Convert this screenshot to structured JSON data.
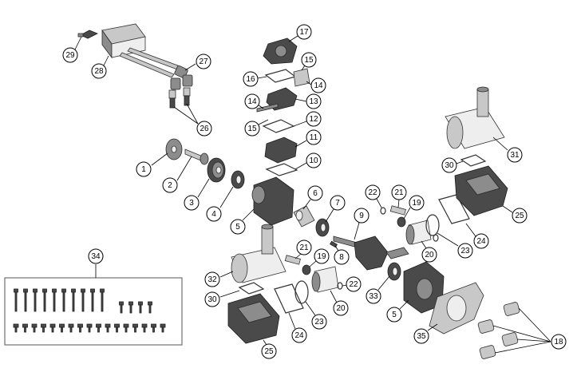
{
  "diagram": {
    "callouts": [
      {
        "id": "c1",
        "label": "1"
      },
      {
        "id": "c2",
        "label": "2"
      },
      {
        "id": "c3",
        "label": "3"
      },
      {
        "id": "c4",
        "label": "4"
      },
      {
        "id": "c5a",
        "label": "5"
      },
      {
        "id": "c5b",
        "label": "5"
      },
      {
        "id": "c6",
        "label": "6"
      },
      {
        "id": "c7",
        "label": "7"
      },
      {
        "id": "c8",
        "label": "8"
      },
      {
        "id": "c9",
        "label": "9"
      },
      {
        "id": "c10",
        "label": "10"
      },
      {
        "id": "c11",
        "label": "11"
      },
      {
        "id": "c12",
        "label": "12"
      },
      {
        "id": "c13",
        "label": "13"
      },
      {
        "id": "c14a",
        "label": "14"
      },
      {
        "id": "c14b",
        "label": "14"
      },
      {
        "id": "c15a",
        "label": "15"
      },
      {
        "id": "c15b",
        "label": "15"
      },
      {
        "id": "c16",
        "label": "16"
      },
      {
        "id": "c17",
        "label": "17"
      },
      {
        "id": "c18",
        "label": "18"
      },
      {
        "id": "c19a",
        "label": "19"
      },
      {
        "id": "c19b",
        "label": "19"
      },
      {
        "id": "c20a",
        "label": "20"
      },
      {
        "id": "c20b",
        "label": "20"
      },
      {
        "id": "c21a",
        "label": "21"
      },
      {
        "id": "c21b",
        "label": "21"
      },
      {
        "id": "c22a",
        "label": "22"
      },
      {
        "id": "c22b",
        "label": "22"
      },
      {
        "id": "c23a",
        "label": "23"
      },
      {
        "id": "c23b",
        "label": "23"
      },
      {
        "id": "c24a",
        "label": "24"
      },
      {
        "id": "c24b",
        "label": "24"
      },
      {
        "id": "c25a",
        "label": "25"
      },
      {
        "id": "c25b",
        "label": "25"
      },
      {
        "id": "c26",
        "label": "26"
      },
      {
        "id": "c27",
        "label": "27"
      },
      {
        "id": "c28",
        "label": "28"
      },
      {
        "id": "c29",
        "label": "29"
      },
      {
        "id": "c30a",
        "label": "30"
      },
      {
        "id": "c30b",
        "label": "30"
      },
      {
        "id": "c31",
        "label": "31"
      },
      {
        "id": "c32",
        "label": "32"
      },
      {
        "id": "c33",
        "label": "33"
      },
      {
        "id": "c34",
        "label": "34"
      },
      {
        "id": "c35",
        "label": "35"
      }
    ]
  }
}
